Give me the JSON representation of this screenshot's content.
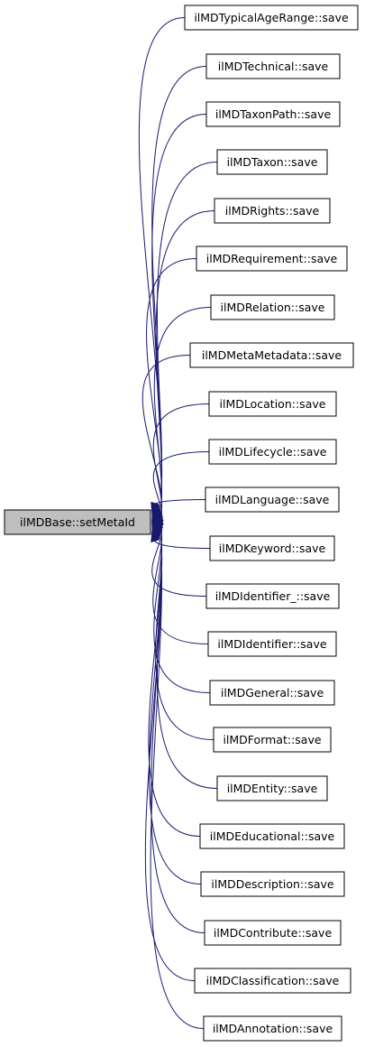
{
  "colors": {
    "edge": "#191970",
    "node_border": "#000000",
    "node_fill": "#ffffff",
    "focus_fill": "#bfbfbf",
    "background": "#ffffff"
  },
  "diagram": {
    "type": "caller-graph",
    "target": {
      "label": "ilMDBase::setMetaId"
    },
    "callers": [
      {
        "label": "ilMDTypicalAgeRange::save"
      },
      {
        "label": "ilMDTechnical::save"
      },
      {
        "label": "ilMDTaxonPath::save"
      },
      {
        "label": "ilMDTaxon::save"
      },
      {
        "label": "ilMDRights::save"
      },
      {
        "label": "ilMDRequirement::save"
      },
      {
        "label": "ilMDRelation::save"
      },
      {
        "label": "ilMDMetaMetadata::save"
      },
      {
        "label": "ilMDLocation::save"
      },
      {
        "label": "ilMDLifecycle::save"
      },
      {
        "label": "ilMDLanguage::save"
      },
      {
        "label": "ilMDKeyword::save"
      },
      {
        "label": "ilMDIdentifier_::save"
      },
      {
        "label": "ilMDIdentifier::save"
      },
      {
        "label": "ilMDGeneral::save"
      },
      {
        "label": "ilMDFormat::save"
      },
      {
        "label": "ilMDEntity::save"
      },
      {
        "label": "ilMDEducational::save"
      },
      {
        "label": "ilMDDescription::save"
      },
      {
        "label": "ilMDContribute::save"
      },
      {
        "label": "ilMDClassification::save"
      },
      {
        "label": "ilMDAnnotation::save"
      }
    ]
  }
}
